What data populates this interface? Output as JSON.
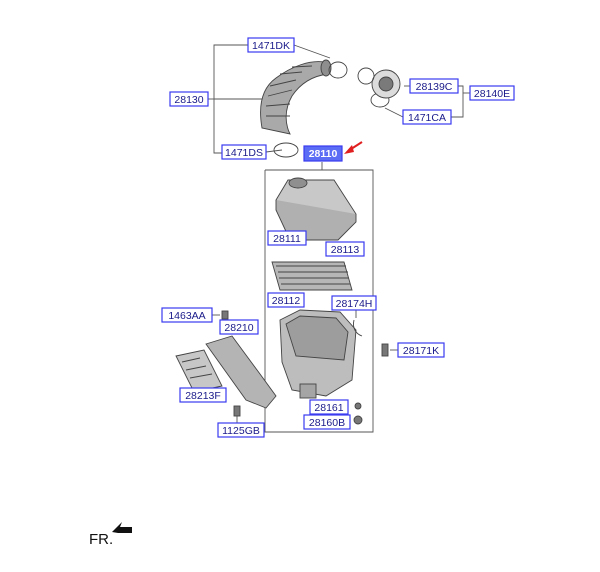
{
  "labels": {
    "p1471DK": "1471DK",
    "p28130": "28130",
    "p28139C": "28139C",
    "p28140E": "28140E",
    "p1471CA": "1471CA",
    "p1471DS": "1471DS",
    "p28110": "28110",
    "p28111": "28111",
    "p28113": "28113",
    "p28112": "28112",
    "p28174H": "28174H",
    "p1463AA": "1463AA",
    "p28210": "28210",
    "p28171K": "28171K",
    "p28213F": "28213F",
    "p28161": "28161",
    "p28160B": "28160B",
    "p1125GB": "1125GB"
  },
  "selected_part": "28110",
  "colors": {
    "label_border": "#3a3af0",
    "label_text": "#1a1a8a",
    "selected_fill": "#5b6cf5",
    "arrow": "#e02020"
  },
  "orientation": {
    "label": "FR.",
    "icon": "front-direction-arrow-icon"
  }
}
